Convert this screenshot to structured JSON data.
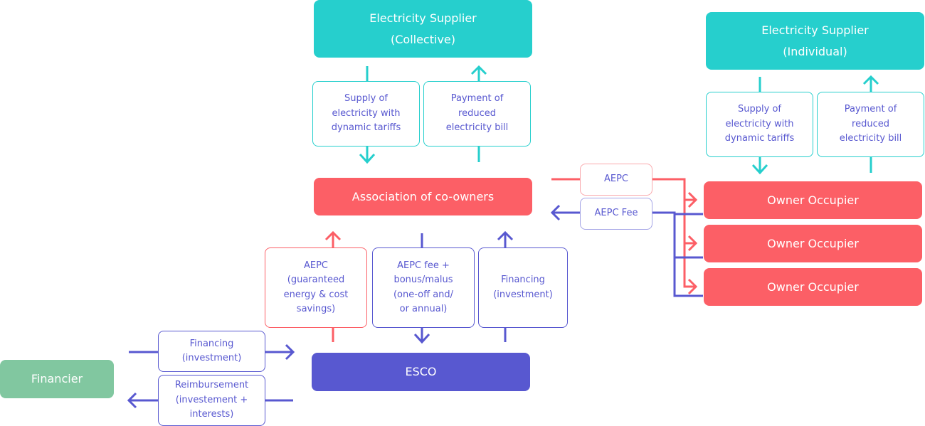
{
  "diagram": {
    "title": "AEPC business model flow",
    "colors": {
      "supplier": "#26cfcd",
      "owners": "#fc5f66",
      "esco": "#5858d0",
      "financier": "#81c7a0",
      "label_text": "#5858d0"
    },
    "nodes": {
      "supplier_collective": "Electricity Supplier\n(Collective)",
      "supplier_individual": "Electricity Supplier\n(Individual)",
      "association": "Association of co-owners",
      "esco": "ESCO",
      "financier": "Financier",
      "owner_occupiers": [
        "Owner Occupier",
        "Owner Occupier",
        "Owner Occupier"
      ]
    },
    "flows": {
      "collective_supply": "Supply of\nelectricity with\ndynamic tariffs",
      "collective_payment": "Payment of\nreduced\nelectricity bill",
      "individual_supply": "Supply of\nelectricity with\ndynamic tariffs",
      "individual_payment": "Payment of\nreduced\nelectricity bill",
      "esco_aepc": "AEPC\n(guaranteed\nenergy & cost\nsavings)",
      "aepc_fee_bonus": "AEPC fee +\nbonus/malus\n(one-off and/\nor annual)",
      "esco_financing": "Financing\n(investment)",
      "owners_aepc": "AEPC",
      "owners_aepc_fee": "AEPC Fee",
      "financier_financing": "Financing\n(investment)",
      "reimbursement": "Reimbursement\n(investement +\ninterests)"
    }
  }
}
